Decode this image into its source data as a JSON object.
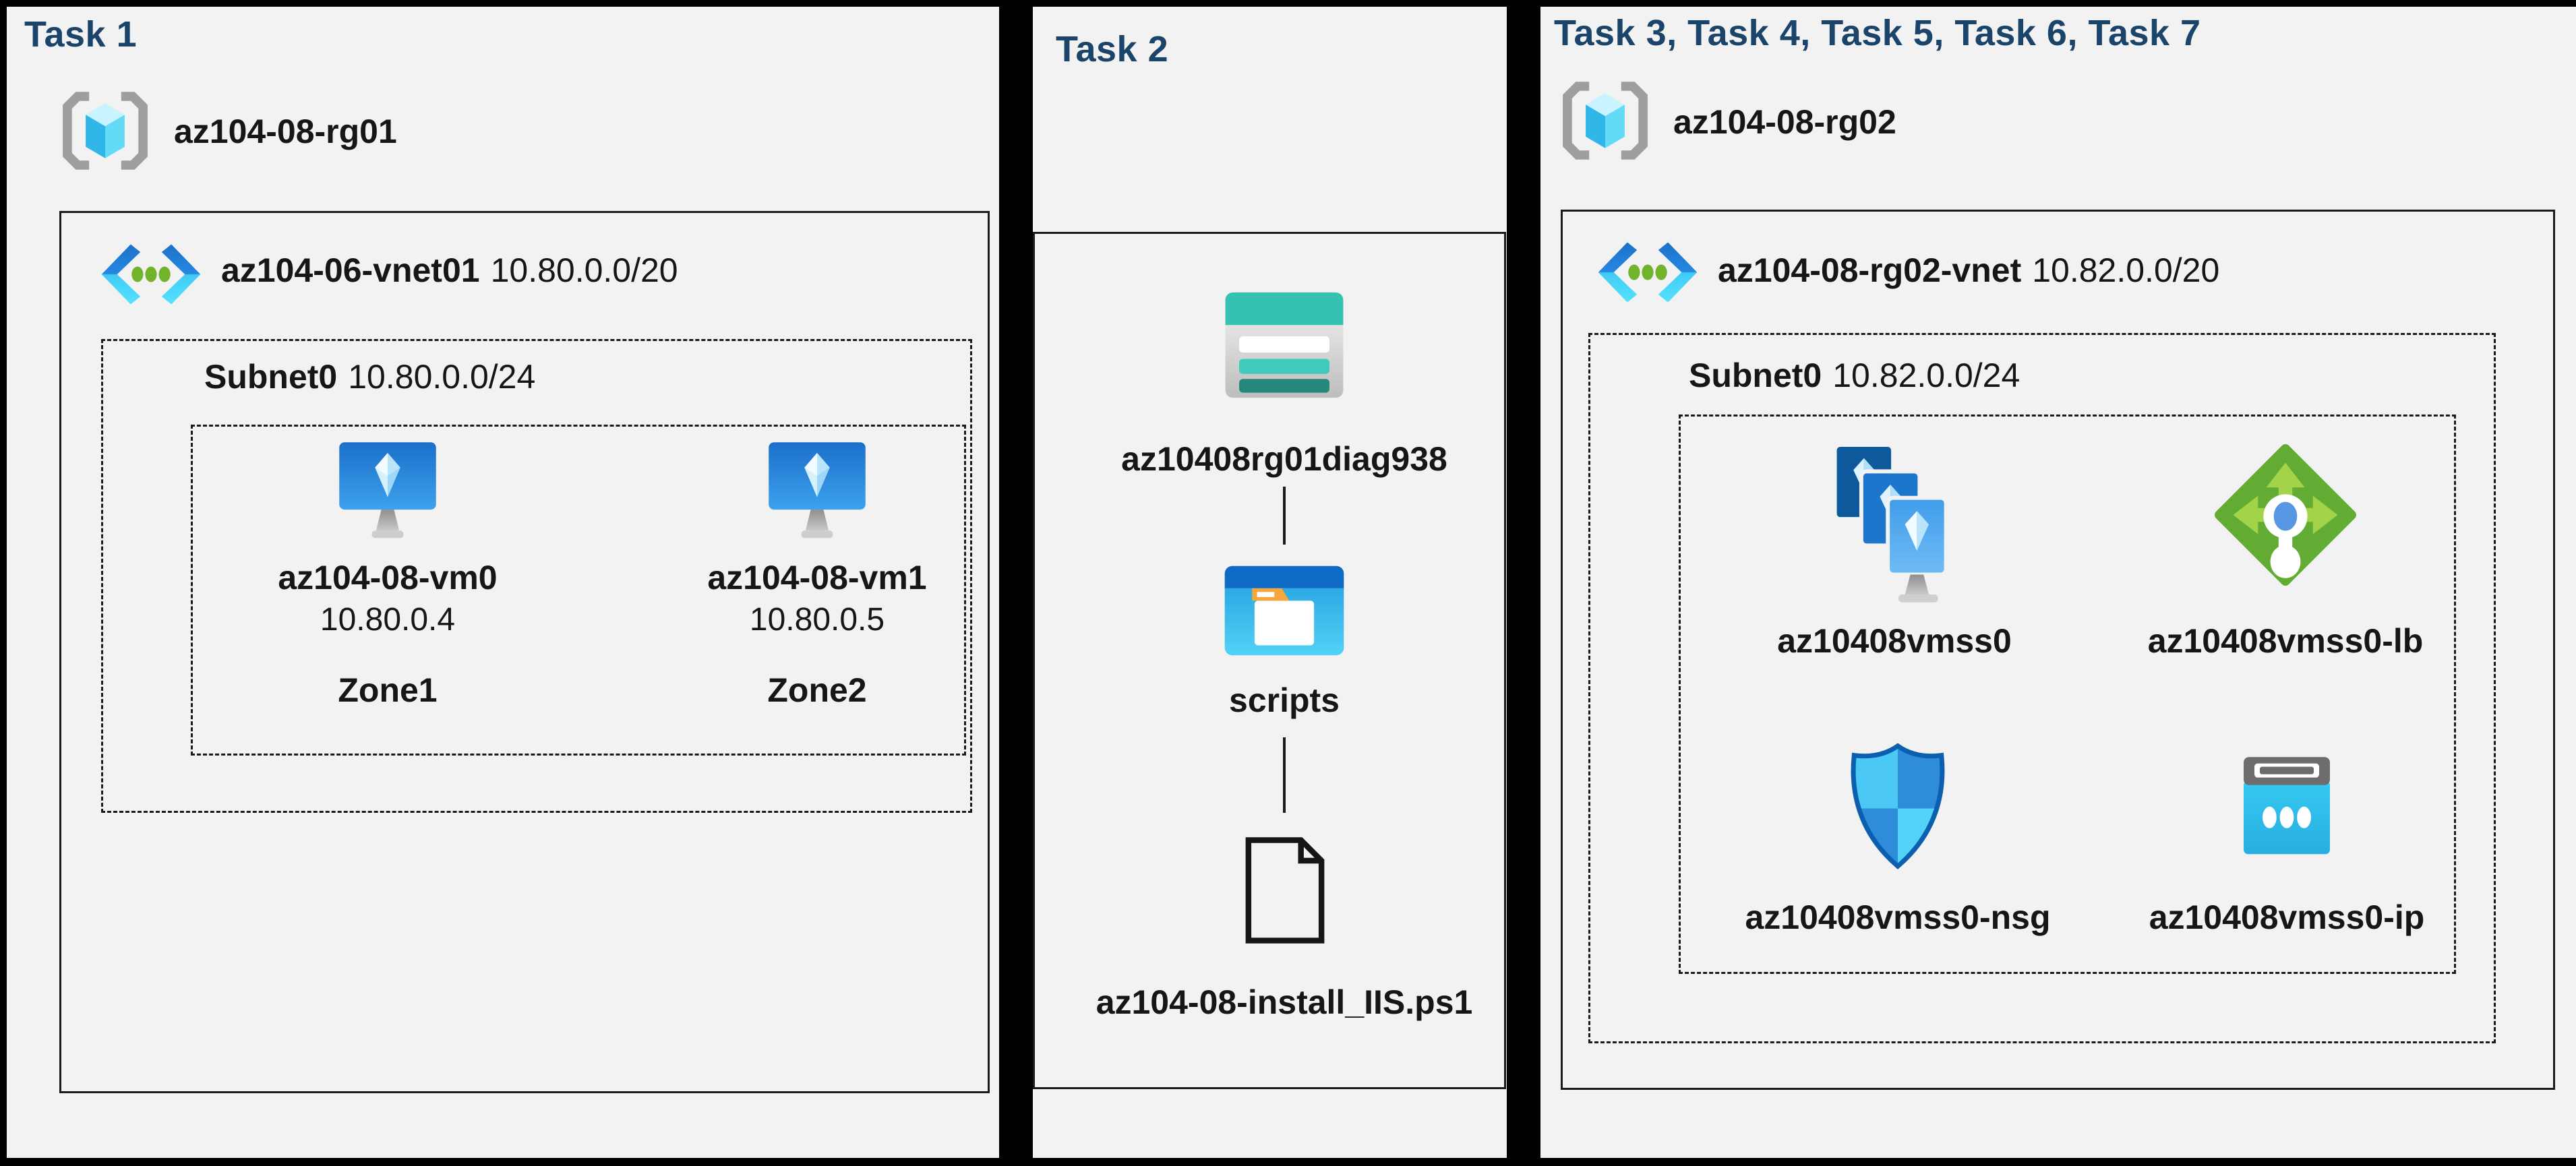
{
  "colors": {
    "title_blue": "#1A4469",
    "panel_bg": "#F2F2F2",
    "frame_black": "#000000",
    "storage_teal": "#35C2B0",
    "folder_blue": "#0E6AC4",
    "lb_green": "#63AC33",
    "vm_blue": "#1C6FC9",
    "ip_cyan": "#2FC3EE"
  },
  "panels": [
    {
      "title": "Task 1",
      "resource_group": "az104-08-rg01",
      "vnet": {
        "name": "az104-06-vnet01",
        "cidr": "10.80.0.0/20"
      },
      "subnet": {
        "name": "Subnet0",
        "cidr": "10.80.0.0/24"
      },
      "vms": [
        {
          "name": "az104-08-vm0",
          "ip": "10.80.0.4",
          "zone": "Zone1"
        },
        {
          "name": "az104-08-vm1",
          "ip": "10.80.0.5",
          "zone": "Zone2"
        }
      ]
    },
    {
      "title": "Task 2",
      "storage_account": "az10408rg01diag938",
      "container": "scripts",
      "file": "az104-08-install_IIS.ps1"
    },
    {
      "title": "Task 3, Task 4, Task 5, Task 6, Task 7",
      "resource_group": "az104-08-rg02",
      "vnet": {
        "name": "az104-08-rg02-vnet",
        "cidr": "10.82.0.0/20"
      },
      "subnet": {
        "name": "Subnet0",
        "cidr": "10.82.0.0/24"
      },
      "resources": [
        {
          "name": "az10408vmss0",
          "icon": "vmss-icon"
        },
        {
          "name": "az10408vmss0-lb",
          "icon": "load-balancer-icon"
        },
        {
          "name": "az10408vmss0-nsg",
          "icon": "nsg-icon"
        },
        {
          "name": "az10408vmss0-ip",
          "icon": "public-ip-icon"
        }
      ]
    }
  ]
}
